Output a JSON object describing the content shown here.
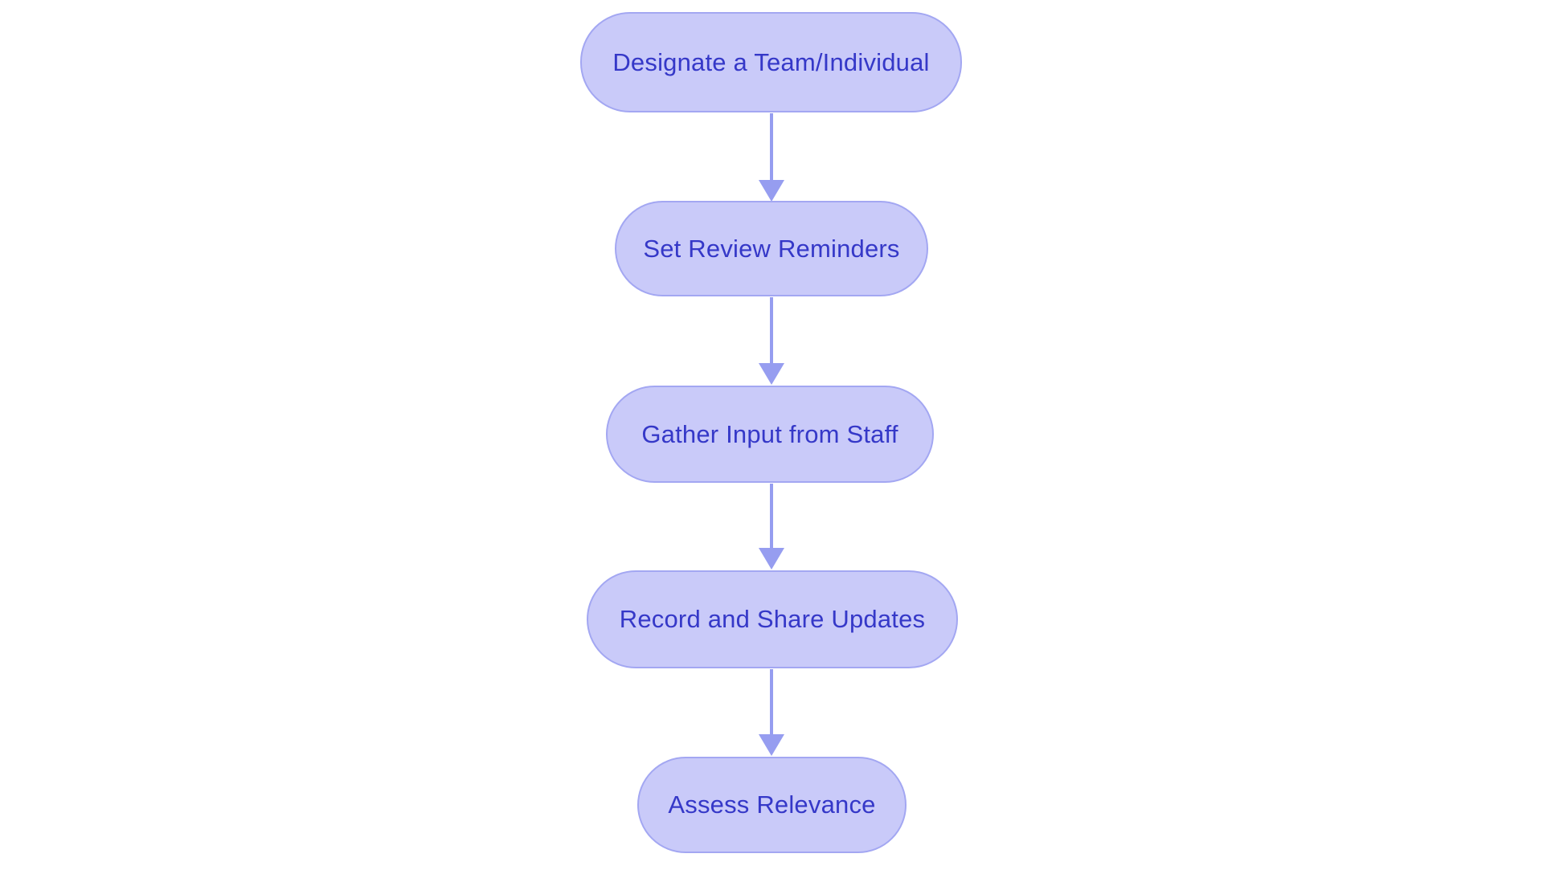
{
  "diagram": {
    "type": "flowchart",
    "direction": "top-down",
    "nodes": [
      {
        "id": "n1",
        "label": "Designate a Team/Individual"
      },
      {
        "id": "n2",
        "label": "Set Review Reminders"
      },
      {
        "id": "n3",
        "label": "Gather Input from Staff"
      },
      {
        "id": "n4",
        "label": "Record and Share Updates"
      },
      {
        "id": "n5",
        "label": "Assess Relevance"
      }
    ],
    "edges": [
      {
        "from": "n1",
        "to": "n2"
      },
      {
        "from": "n2",
        "to": "n3"
      },
      {
        "from": "n3",
        "to": "n4"
      },
      {
        "from": "n4",
        "to": "n5"
      }
    ],
    "colors": {
      "background": "#ffffff",
      "node_fill": "#c9caf9",
      "node_border": "#a3a7f2",
      "node_text": "#3538c8",
      "arrow": "#969df0"
    }
  }
}
